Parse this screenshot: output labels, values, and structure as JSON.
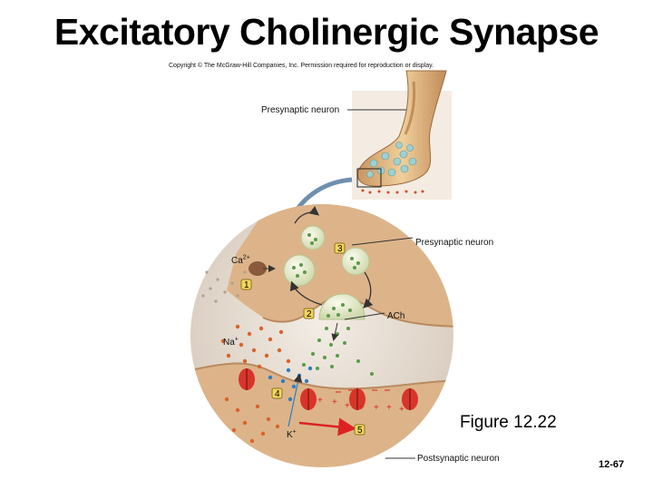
{
  "title": "Excitatory Cholinergic Synapse",
  "copyright": "Copyright © The McGraw-Hill Companies, Inc. Permission required for reproduction or display.",
  "labels": {
    "presynaptic_top": "Presynaptic neuron",
    "presynaptic_right": "Presynaptic neuron",
    "ach": "ACh",
    "ca": "Ca",
    "ca_sup": "2+",
    "na": "Na",
    "na_sup": "+",
    "k": "K",
    "k_sup": "+",
    "postsynaptic": "Postsynaptic neuron"
  },
  "steps": [
    "1",
    "2",
    "3",
    "4",
    "5"
  ],
  "figure_caption": "Figure 12.22",
  "slide_number": "12-67",
  "colors": {
    "neuron": "#ddb48a",
    "neuron_dark": "#c89a70",
    "background_circle": "#e9dfd5",
    "vesicle": "#eef0d8",
    "ach": "#5a9a4a",
    "na_ion": "#d8642a",
    "k_ion": "#2f7fc0",
    "channel": "#d8352a",
    "step_fill": "#f3d65a",
    "arrow": "#7a94ad"
  }
}
